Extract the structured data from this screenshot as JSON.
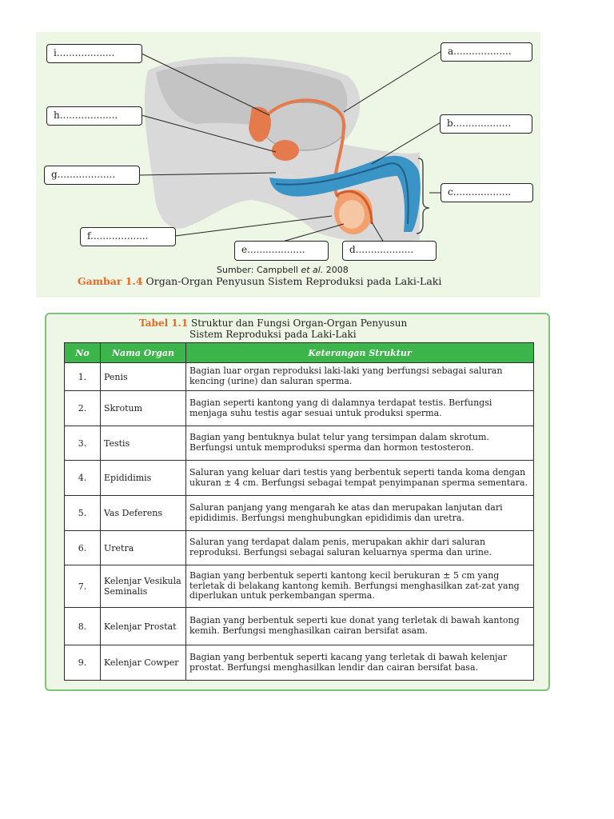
{
  "figure": {
    "labels": {
      "i": "i...................",
      "h": "h...................",
      "g": "g...................",
      "f": "f...................",
      "e": "e...................",
      "d": "d...................",
      "a": "a...................",
      "b": "b...................",
      "c": "c..................."
    },
    "source_prefix": "Sumber: Campbell ",
    "source_etal": "et al.",
    "source_year": " 2008",
    "caption_num": "Gambar 1.4",
    "caption_text": " Organ-Organ Penyusun Sistem Reproduksi pada Laki-Laki"
  },
  "table": {
    "title_num": "Tabel 1.1",
    "title_line1": " Struktur dan Fungsi Organ-Organ Penyusun",
    "title_line2": "Sistem Reproduksi pada Laki-Laki",
    "headers": {
      "no": "No",
      "organ": "Nama Organ",
      "desc": "Keterangan Struktur"
    },
    "rows": [
      {
        "no": "1.",
        "organ": "Penis",
        "desc": "Bagian luar organ reproduksi laki-laki yang berfungsi sebagai saluran kencing (urine) dan saluran sperma."
      },
      {
        "no": "2.",
        "organ": "Skrotum",
        "desc": "Bagian seperti kantong yang di dalamnya terdapat testis. Berfungsi menjaga suhu testis agar sesuai untuk produksi sperma."
      },
      {
        "no": "3.",
        "organ": "Testis",
        "desc": "Bagian yang bentuknya bulat telur yang tersimpan dalam skrotum. Berfungsi untuk memproduksi sperma dan hormon testosteron."
      },
      {
        "no": "4.",
        "organ": "Epididimis",
        "desc": "Saluran yang keluar dari testis yang berbentuk seperti tanda koma dengan ukuran ± 4 cm. Berfungsi sebagai tempat penyimpanan sperma sementara."
      },
      {
        "no": "5.",
        "organ": "Vas Deferens",
        "desc": "Saluran panjang yang mengarah ke atas dan merupakan lanjutan dari epididimis. Berfungsi menghubungkan epididimis dan uretra."
      },
      {
        "no": "6.",
        "organ": "Uretra",
        "desc": "Saluran yang terdapat dalam penis, merupakan akhir dari saluran reproduksi. Berfungsi sebagai saluran keluarnya sperma dan urine."
      },
      {
        "no": "7.",
        "organ": "Kelenjar Vesikula Seminalis",
        "desc": "Bagian yang berbentuk seperti kantong kecil berukuran ± 5 cm yang terletak di belakang kantong kemih. Berfungsi menghasilkan zat-zat yang diperlukan untuk perkembangan sperma."
      },
      {
        "no": "8.",
        "organ": "Kelenjar Prostat",
        "desc": "Bagian yang berbentuk seperti kue donat yang terletak di bawah kantong kemih. Berfungsi menghasilkan cairan bersifat asam."
      },
      {
        "no": "9.",
        "organ": "Kelenjar Cowper",
        "desc": "Bagian yang berbentuk seperti kacang yang terletak di bawah kelenjar prostat. Berfungsi menghasilkan lendir dan cairan bersifat basa."
      }
    ]
  },
  "colors": {
    "accent_orange": "#e36a24",
    "header_green": "#3cb54a",
    "panel_bg": "#eef6e6",
    "panel_border": "#7cc47a"
  }
}
